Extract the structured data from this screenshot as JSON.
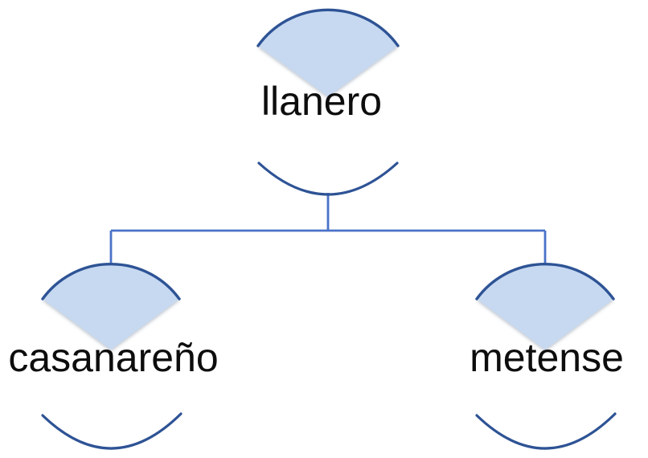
{
  "background": "#ffffff",
  "colors": {
    "fan_fill": "#c6d9f1",
    "fan_arc_stroke": "#2e5395",
    "connector_stroke": "#4a72c8",
    "label_text": "#0d0d0d"
  },
  "tree": {
    "type": "hierarchy",
    "root": {
      "label": "llanero"
    },
    "children": [
      {
        "label": "casanareño"
      },
      {
        "label": "metense"
      }
    ],
    "edges": [
      {
        "from": "llanero",
        "to": "casanareño"
      },
      {
        "from": "llanero",
        "to": "metense"
      }
    ]
  }
}
